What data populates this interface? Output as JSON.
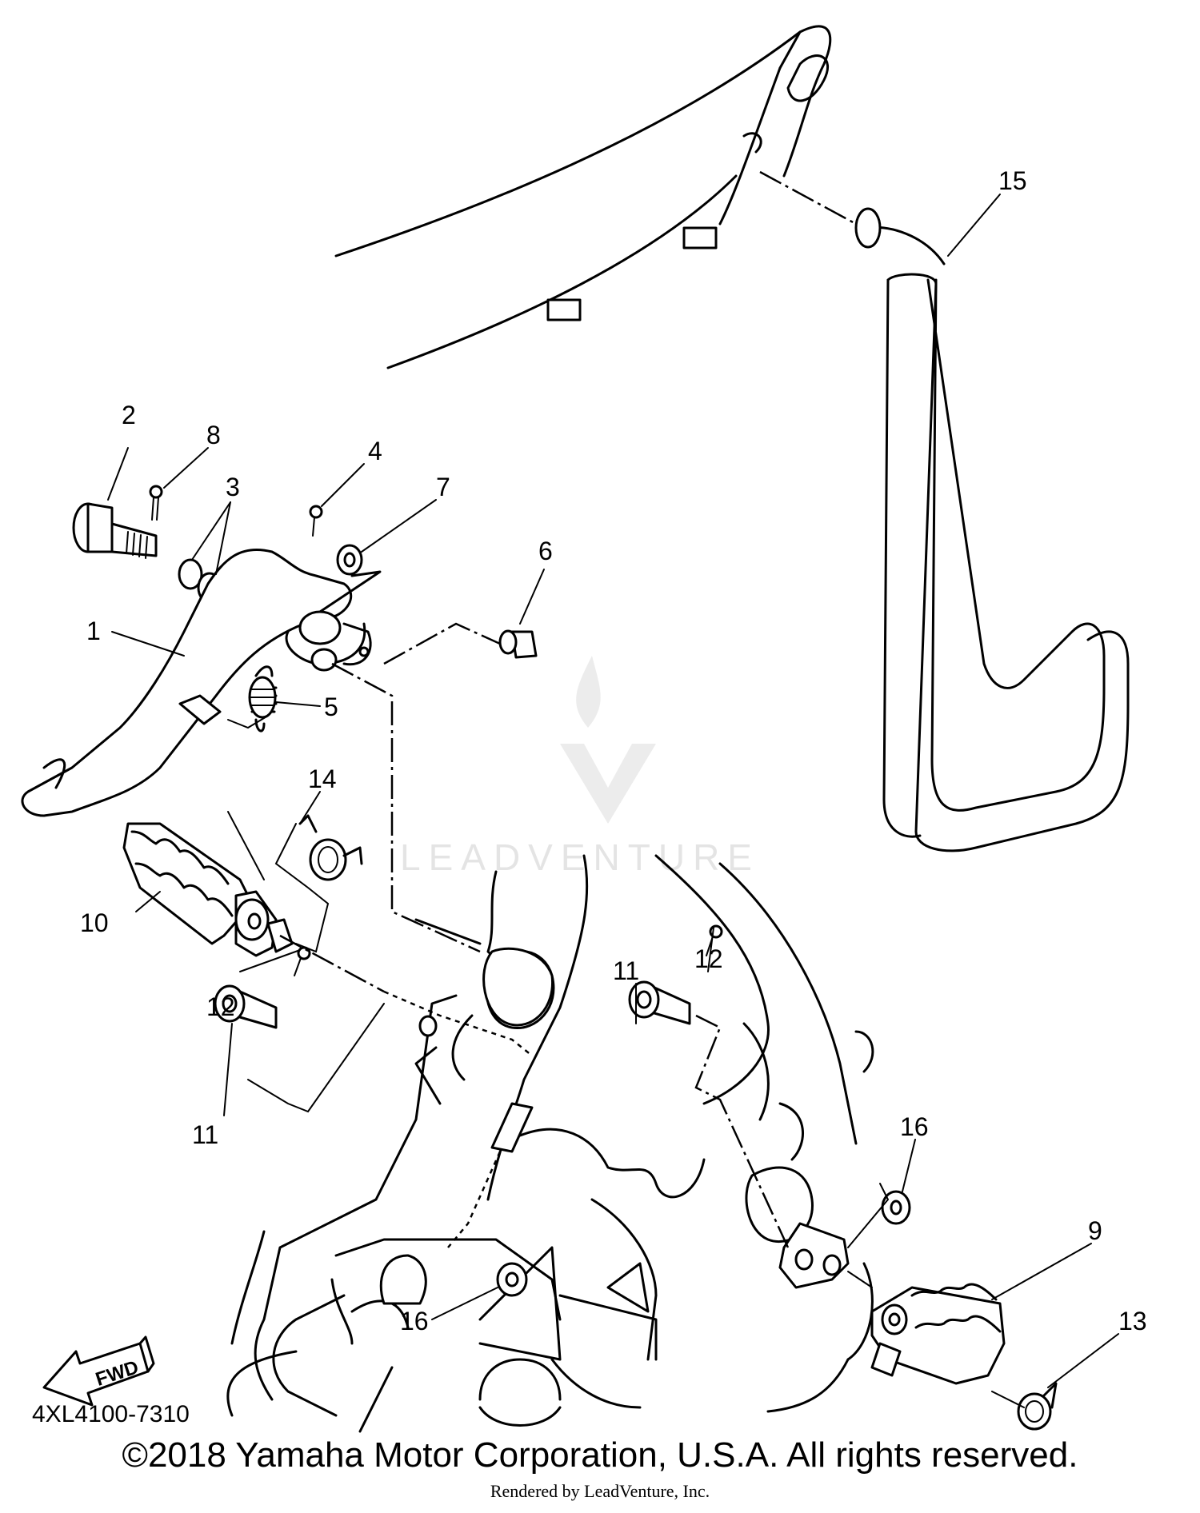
{
  "diagram": {
    "diagram_code": "4XL4100-7310",
    "fwd_arrow_label": "FWD",
    "watermark_text": "LEADVENTURE",
    "callouts": [
      {
        "id": "c1",
        "label": "1"
      },
      {
        "id": "c2",
        "label": "2"
      },
      {
        "id": "c3",
        "label": "3"
      },
      {
        "id": "c4",
        "label": "4"
      },
      {
        "id": "c5",
        "label": "5"
      },
      {
        "id": "c6",
        "label": "6"
      },
      {
        "id": "c7",
        "label": "7"
      },
      {
        "id": "c8",
        "label": "8"
      },
      {
        "id": "c9",
        "label": "9"
      },
      {
        "id": "c10",
        "label": "10"
      },
      {
        "id": "c11a",
        "label": "11"
      },
      {
        "id": "c11b",
        "label": "11"
      },
      {
        "id": "c12a",
        "label": "12"
      },
      {
        "id": "c12b",
        "label": "12"
      },
      {
        "id": "c13",
        "label": "13"
      },
      {
        "id": "c14",
        "label": "14"
      },
      {
        "id": "c15",
        "label": "15"
      },
      {
        "id": "c16a",
        "label": "16"
      },
      {
        "id": "c16b",
        "label": "16"
      }
    ]
  },
  "footer": {
    "copyright": "©2018 Yamaha Motor Corporation, U.S.A. All rights reserved.",
    "rendered_by": "Rendered by LeadVenture, Inc."
  }
}
